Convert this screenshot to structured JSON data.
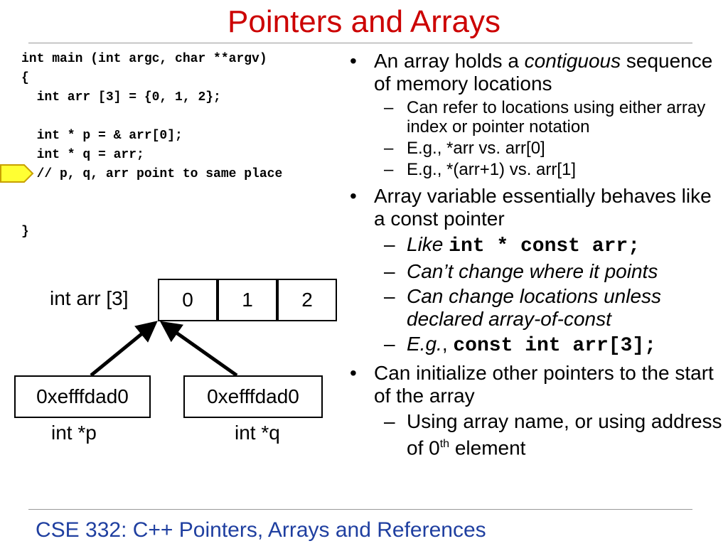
{
  "slide": {
    "title": "Pointers and Arrays",
    "footer": "CSE 332: C++ Pointers, Arrays and References"
  },
  "code": {
    "lines": [
      "int main (int argc, char **argv)",
      "{",
      "  int arr [3] = {0, 1, 2};",
      "",
      "  int * p = & arr[0];",
      "  int * q = arr;",
      "  // p, q, arr point to same place",
      "",
      "",
      "}"
    ]
  },
  "marker": {
    "color": "#ffff33",
    "border": "#c8a000"
  },
  "diagram": {
    "array_label": "int arr [3]",
    "cells": [
      "0",
      "1",
      "2"
    ],
    "p_value": "0xefffdad0",
    "q_value": "0xefffdad0",
    "p_label": "int *p",
    "q_label": "int *q"
  },
  "bullets": {
    "b1_text1": "An array holds a ",
    "b1_italic": "contiguous",
    "b1_text2": " sequence of memory locations",
    "b1_sub1": "Can refer to locations using either array index or pointer notation",
    "b1_sub2": "E.g., *arr vs. arr[0]",
    "b1_sub3": "E.g., *(arr+1) vs. arr[1]",
    "b2_text": "Array variable essentially behaves like a const pointer",
    "b2_sub1_italic": "Like ",
    "b2_sub1_code": "int * const arr;",
    "b2_sub2": "Can’t change where it points",
    "b2_sub3": "Can change locations unless declared array-of-const",
    "b2_sub4_italic": "E.g.",
    "b2_sub4_sep": ", ",
    "b2_sub4_code": "const int arr[3];",
    "b3_text": "Can initialize other pointers to the start of the array",
    "b3_sub1_pre": "Using array name, or using address of 0",
    "b3_sub1_sup": "th",
    "b3_sub1_post": " element",
    "bullet_glyph": "•",
    "dash_glyph": "–"
  }
}
